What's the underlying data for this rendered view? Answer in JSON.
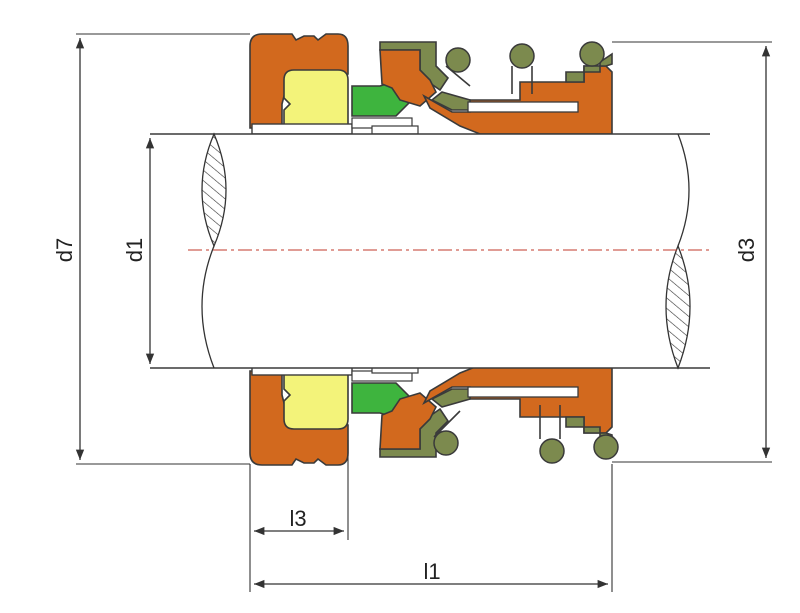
{
  "labels": {
    "d7": "d7",
    "d1": "d1",
    "d3": "d3",
    "l3": "l3",
    "l1": "l1"
  },
  "colors": {
    "seat_ring": "#d2691e",
    "carbon_face": "#f3f37a",
    "rubber_bellows": "#3eb43e",
    "spring_and_retainer": "#7c8a4e",
    "shaft_outline": "#333333",
    "centerline": "#c0392b",
    "hatch": "#333333"
  },
  "icons": [
    "centerline",
    "break-hatch",
    "dimension-arrow"
  ]
}
